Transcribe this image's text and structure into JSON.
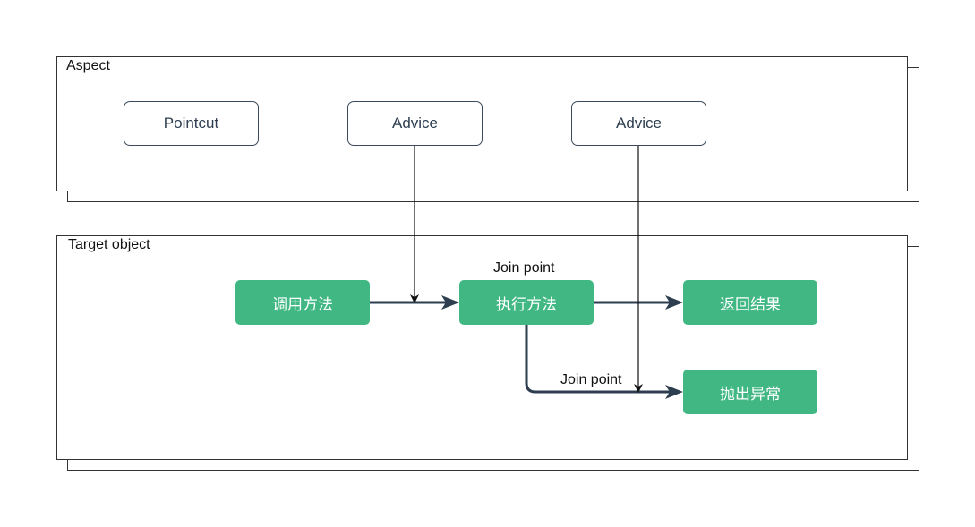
{
  "aspect": {
    "title": "Aspect",
    "pointcut": "Pointcut",
    "advice_1": "Advice",
    "advice_2": "Advice"
  },
  "target": {
    "title": "Target object",
    "call_method": "调用方法",
    "execute_method": "执行方法",
    "return_result": "返回结果",
    "throw_exception": "抛出异常",
    "join_point_1": "Join point",
    "join_point_2": "Join point"
  },
  "colors": {
    "node_green": "#41b883",
    "edge_dark": "#2d3e50"
  }
}
